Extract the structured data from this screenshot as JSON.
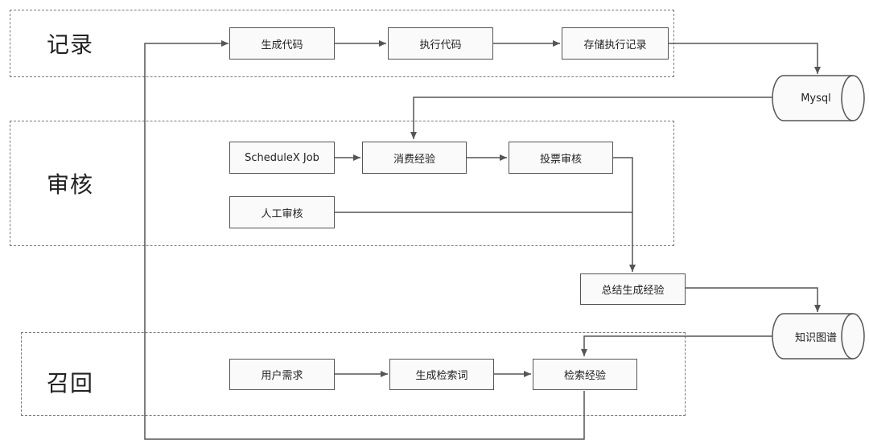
{
  "groups": {
    "record": "记录",
    "review": "审核",
    "recall": "召回"
  },
  "nodes": {
    "generate_code": "生成代码",
    "execute_code": "执行代码",
    "store_record": "存储执行记录",
    "schedulex_job": "ScheduleX Job",
    "consume_experience": "消费经验",
    "vote_review": "投票审核",
    "manual_review": "人工审核",
    "summarize_experience": "总结生成经验",
    "user_demand": "用户需求",
    "generate_keywords": "生成检索词",
    "retrieve_experience": "检索经验"
  },
  "databases": {
    "mysql": "Mysql",
    "knowledge_graph": "知识图谱"
  }
}
